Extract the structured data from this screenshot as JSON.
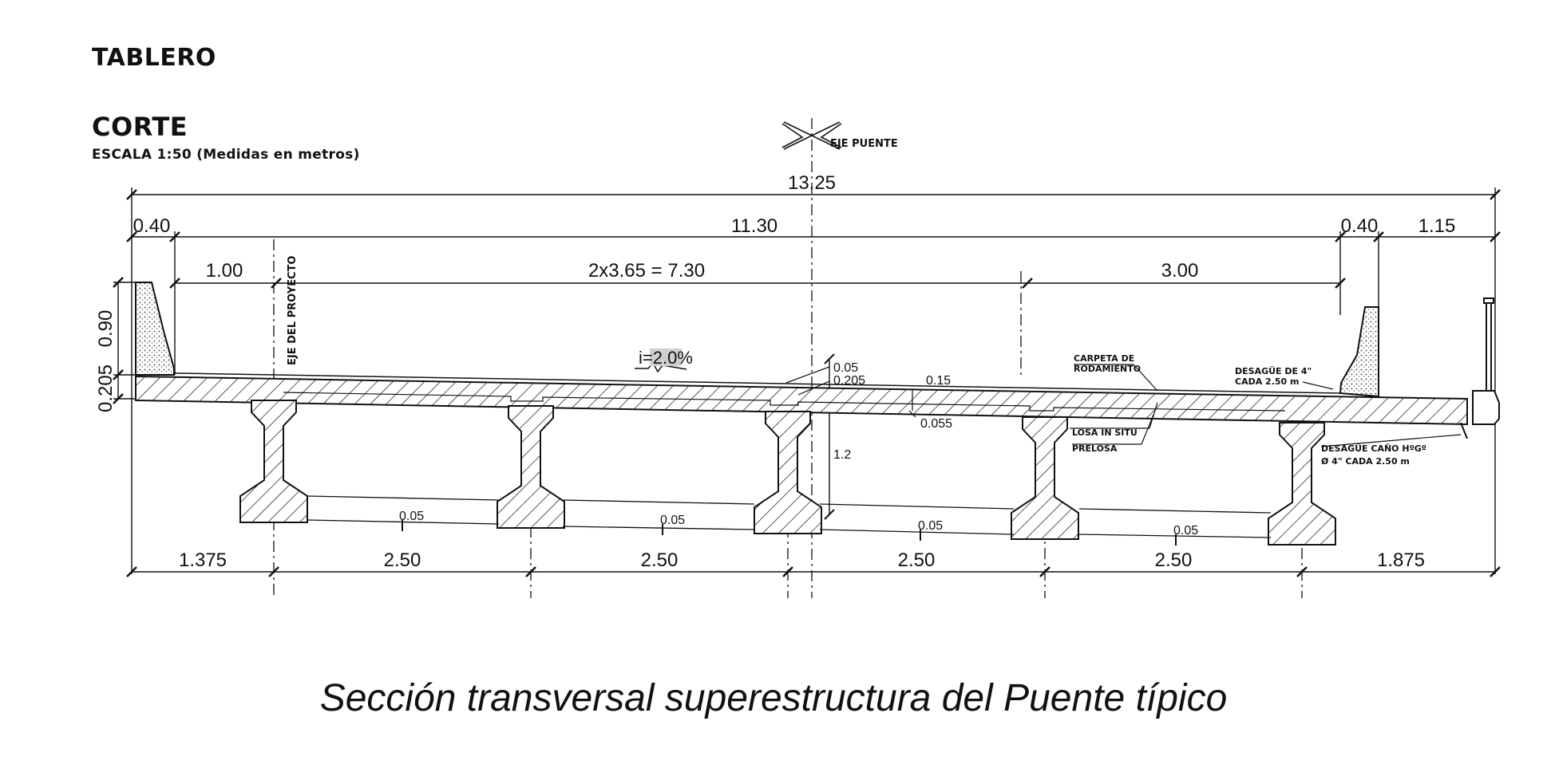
{
  "header": {
    "tablero": "TABLERO",
    "corte": "CORTE",
    "escala": "ESCALA 1:50 (Medidas en metros)"
  },
  "labels": {
    "eje_puente": "EJE PUENTE",
    "eje_proyecto": "EJE DEL PROYECTO",
    "pendiente": "i=2.0%",
    "carpeta_1": "CARPETA DE",
    "carpeta_2": "RODAMIENTO",
    "desague4_1": "DESAGÜE DE 4\"",
    "desague4_2": "CADA 2.50 m",
    "losa": "LOSA IN SITU",
    "prelosa": "PRELOSA",
    "desague_cano_1": "DESAGÜE CAÑO HºGº",
    "desague_cano_2": "Ø 4\" CADA 2.50 m"
  },
  "dimensions": {
    "total": "13.25",
    "left_barrier": "0.40",
    "calzada": "11.30",
    "right_barrier": "0.40",
    "vereda": "1.15",
    "sidewalk_left": "1.00",
    "lanes": "2x3.65 = 7.30",
    "shoulder_right": "3.00",
    "h_090": "0.90",
    "h_0205": "0.205",
    "d_005_top": "0.05",
    "d_0205": "0.205",
    "d_015": "0.15",
    "d_0055": "0.055",
    "beam_height": "1.2",
    "gap_1": "0.05",
    "gap_2": "0.05",
    "gap_3": "0.05",
    "gap_4": "0.05",
    "bottom": [
      "1.375",
      "2.50",
      "2.50",
      "2.50",
      "2.50",
      "1.875"
    ]
  },
  "caption": "Sección transversal superestructura del Puente típico"
}
